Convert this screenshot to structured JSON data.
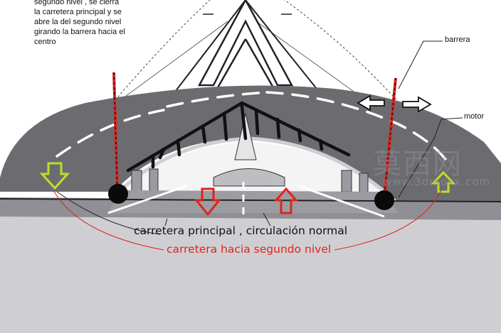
{
  "note": "segundo nivel , se cierra la carretera principal y se abre la del segundo nivel girando la barrera hacia el centro",
  "labels": {
    "barrier": "barrera",
    "motor": "motor",
    "main_road": "carretera principal , circulación normal",
    "second_level_road": "carretera hacia segundo nivel"
  },
  "watermark": {
    "characters": "莫西网",
    "url": "www.3dmoxx.com"
  },
  "colors": {
    "road_surface": "#8f8f95",
    "second_level_ramp": "#6c6c70",
    "ground": "#cfcfd3",
    "barrier_red": "#d9231c",
    "arrow_down_red": "#e0231c",
    "arrow_green": "#b9e02a",
    "caption_red": "#e0231c"
  }
}
